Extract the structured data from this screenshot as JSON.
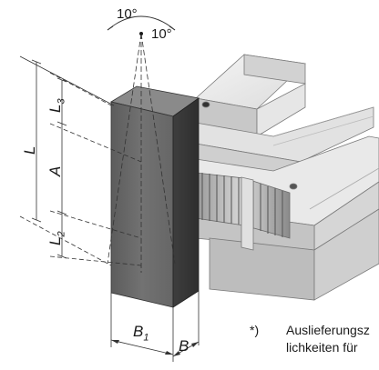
{
  "diagram": {
    "angle_left": "10°",
    "angle_right": "10°",
    "dim_L": "L",
    "dim_L3": "L",
    "dim_L3_sub": "3",
    "dim_A": "A",
    "dim_L2": "L",
    "dim_L2_sub": "2",
    "dim_B1": "B",
    "dim_B1_sub": "1",
    "dim_B": "B"
  },
  "footnote": {
    "marker": "*)",
    "line1": "Auslieferungsz",
    "line2": "lichkeiten für"
  }
}
